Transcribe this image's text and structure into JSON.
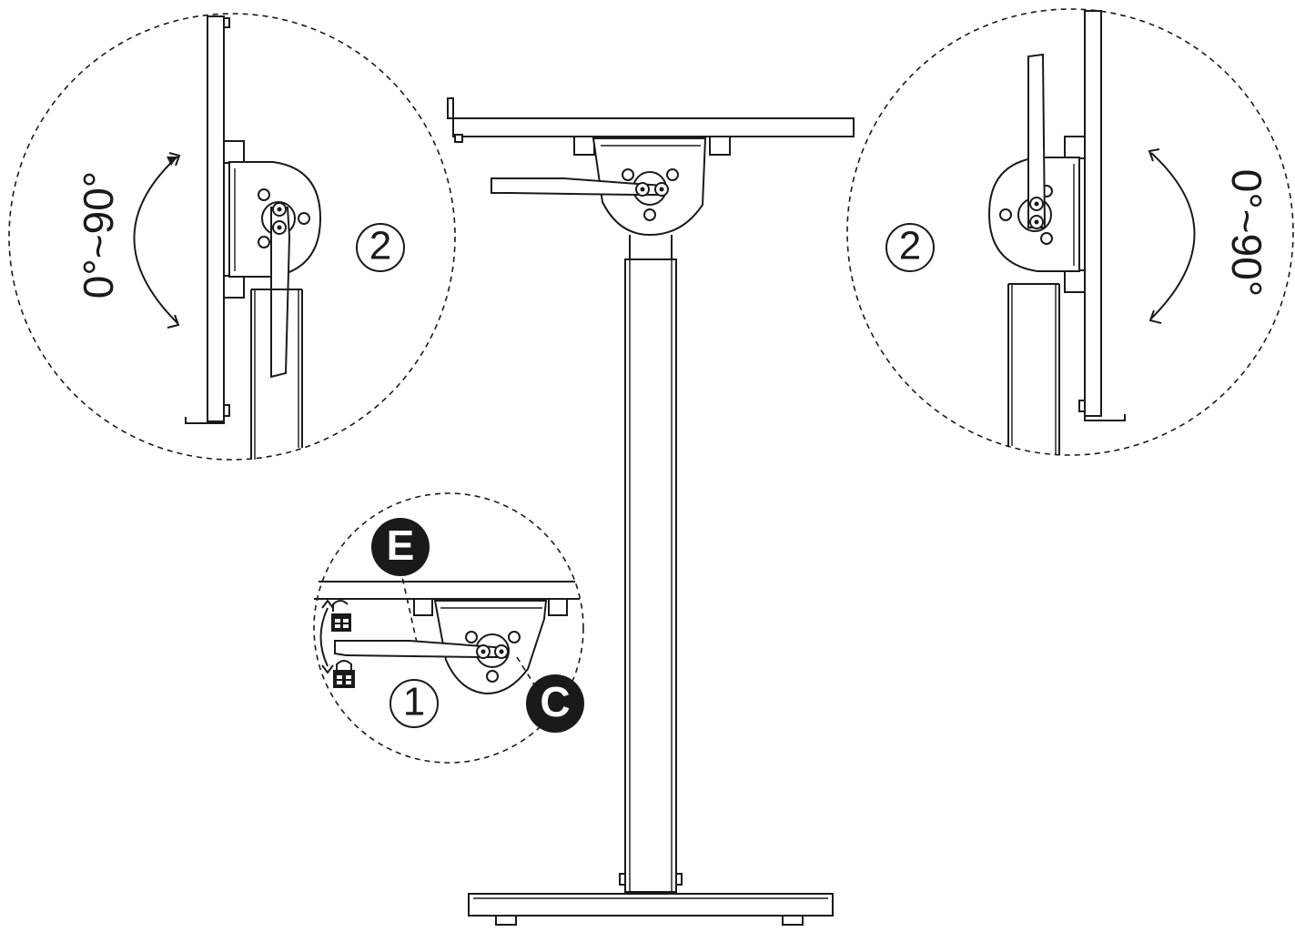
{
  "callouts": {
    "step_1": "1",
    "step_2_left": "2",
    "step_2_right": "2",
    "part_e": "E",
    "part_c": "C"
  },
  "angles": {
    "left": "0°~90°",
    "right": "0°~90°"
  },
  "icons": {
    "unlock": "unlock-icon",
    "lock": "lock-icon"
  },
  "colors": {
    "line": "#1a1a1a",
    "badge": "#1a1a1a",
    "background": "#ffffff"
  }
}
